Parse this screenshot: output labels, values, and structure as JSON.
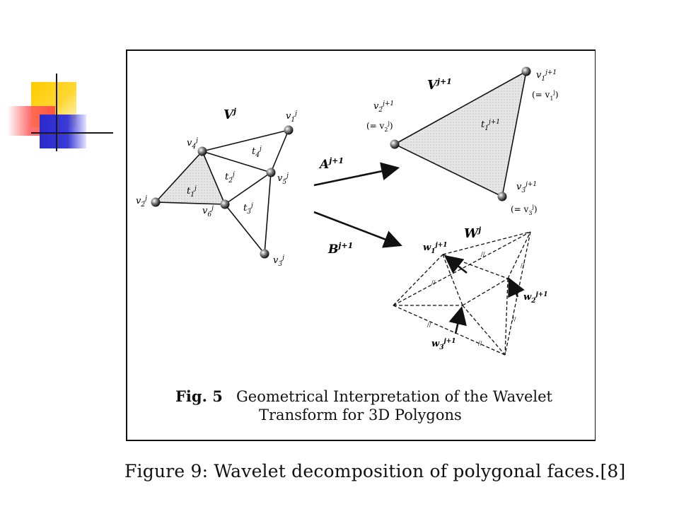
{
  "decoration": {
    "icon": "slide-corner-ornament"
  },
  "figure": {
    "label": "Fig. 5",
    "title_line1": "Geometrical Interpretation of the Wavelet",
    "title_line2": "Transform for 3D Polygons"
  },
  "labels": {
    "Vj": "V",
    "Vj_sup": "j",
    "Vj1": "V",
    "Vj1_sup": "j+1",
    "Wj": "W",
    "Wj_sup": "j",
    "A": "A",
    "A_sup": "j+1",
    "B": "B",
    "B_sup": "j+1",
    "v1j": "v",
    "v1j_sub": "1",
    "v1j_sup": "j",
    "v2j": "v",
    "v2j_sub": "2",
    "v2j_sup": "j",
    "v3j": "v",
    "v3j_sub": "3",
    "v3j_sup": "j",
    "v4j": "v",
    "v4j_sub": "4",
    "v4j_sup": "j",
    "v5j": "v",
    "v5j_sub": "5",
    "v5j_sup": "j",
    "v6j": "v",
    "v6j_sub": "6",
    "v6j_sup": "j",
    "t1j": "t",
    "t1j_sub": "1",
    "t1j_sup": "j",
    "t2j": "t",
    "t2j_sub": "2",
    "t2j_sup": "j",
    "t3j": "t",
    "t3j_sub": "3",
    "t3j_sup": "j",
    "t4j": "t",
    "t4j_sub": "4",
    "t4j_sup": "j",
    "v1j1": "v",
    "v1j1_sub": "1",
    "v1j1_sup": "j+1",
    "v1j1_eq": "(= v",
    "v1j1_eq_sub": "1",
    "v1j1_eq_sup": "j",
    "v1j1_eq_end": ")",
    "v2j1": "v",
    "v2j1_sub": "2",
    "v2j1_sup": "j+1",
    "v2j1_eq": "(= v",
    "v2j1_eq_sub": "2",
    "v2j1_eq_sup": "j",
    "v2j1_eq_end": ")",
    "v3j1": "v",
    "v3j1_sub": "3",
    "v3j1_sup": "j+1",
    "v3j1_eq": "(= v",
    "v3j1_eq_sub": "3",
    "v3j1_eq_sup": "j",
    "v3j1_eq_end": ")",
    "t1j1": "t",
    "t1j1_sub": "1",
    "t1j1_sup": "j+1",
    "w1": "w",
    "w1_sub": "1",
    "w1_sup": "j+1",
    "w2": "w",
    "w2_sub": "2",
    "w2_sup": "j+1",
    "w3": "w",
    "w3_sub": "3",
    "w3_sup": "j+1",
    "parallel_mark": "//"
  },
  "caption": "Figure 9: Wavelet decomposition of polygonal faces.[8]",
  "colors": {
    "shade": "#dcdcdc",
    "ink": "#111111",
    "accent_yellow": "#ffcc00",
    "accent_red": "#ff4a4a",
    "accent_blue": "#3333cc"
  }
}
